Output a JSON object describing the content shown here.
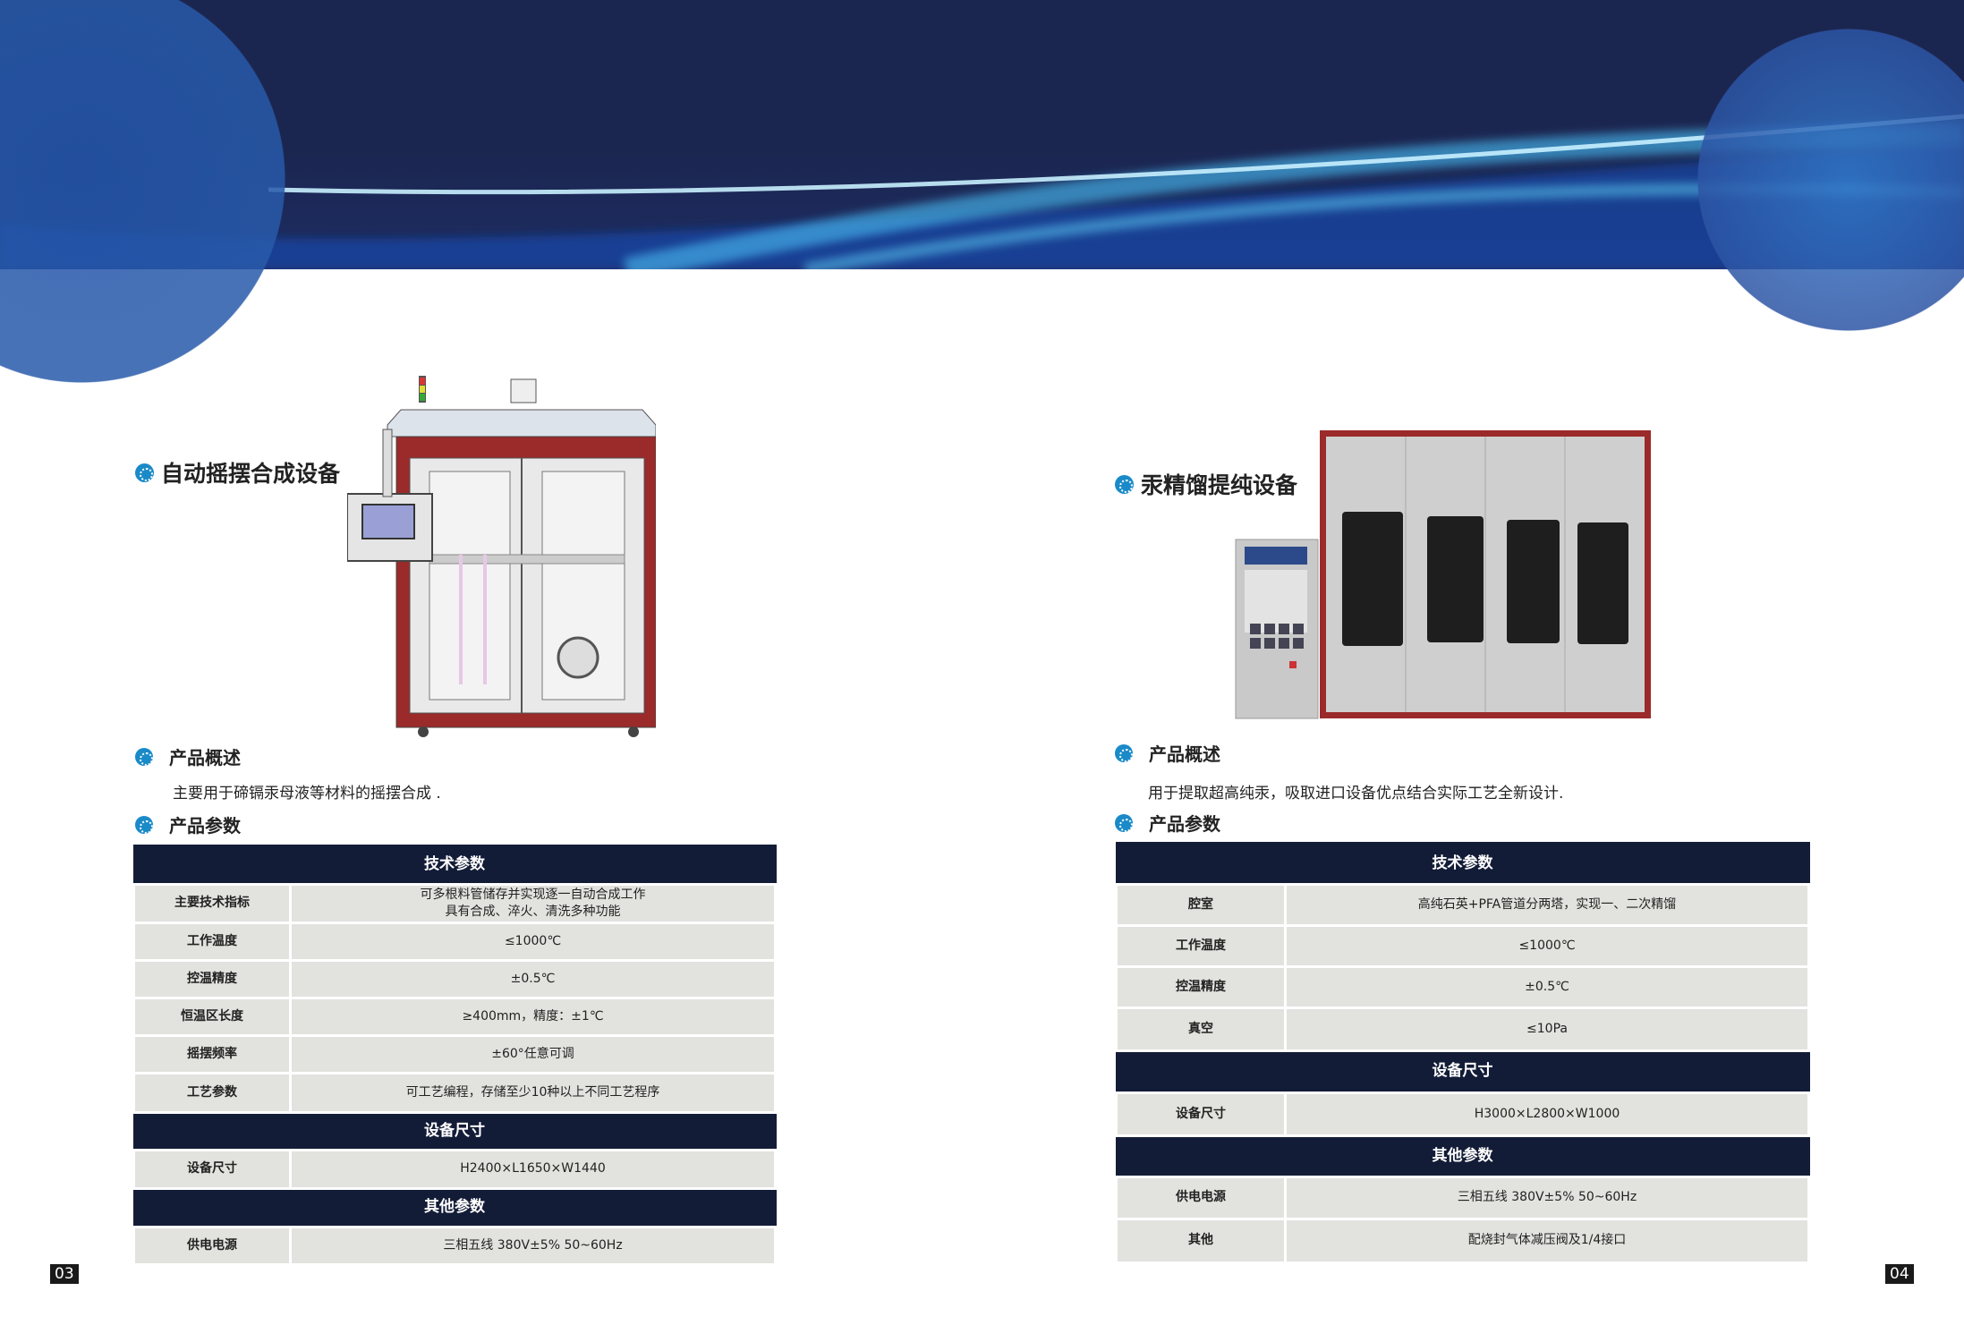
{
  "left": {
    "title": "自动摇摆合成设备",
    "overview_heading": "产品概述",
    "overview_text": "主要用于碲镉汞母液等材料的摇摆合成 .",
    "params_heading": "产品参数",
    "tech_header": "技术参数",
    "tech_rows": [
      {
        "label": "主要技术指标",
        "value": "可多根料管储存并实现逐一自动合成工作",
        "value2": "具有合成、淬火、清洗多种功能"
      },
      {
        "label": "工作温度",
        "value": "≤1000℃"
      },
      {
        "label": "控温精度",
        "value": "±0.5℃"
      },
      {
        "label": "恒温区长度",
        "value": "≥400mm，精度：±1℃"
      },
      {
        "label": "摇摆频率",
        "value": "±60°任意可调"
      },
      {
        "label": "工艺参数",
        "value": "可工艺编程，存储至少10种以上不同工艺程序"
      }
    ],
    "size_header": "设备尺寸",
    "size_row": {
      "label": "设备尺寸",
      "value": "H2400×L1650×W1440"
    },
    "other_header": "其他参数",
    "other_rows": [
      {
        "label": "供电电源",
        "value": "三相五线 380V±5% 50~60Hz"
      }
    ],
    "page_number": "03"
  },
  "right": {
    "title": "汞精馏提纯设备",
    "overview_heading": "产品概述",
    "overview_text": "用于提取超高纯汞，吸取进口设备优点结合实际工艺全新设计.",
    "params_heading": "产品参数",
    "tech_header": "技术参数",
    "tech_rows": [
      {
        "label": "腔室",
        "value": "高纯石英+PFA管道分两塔，实现一、二次精馏"
      },
      {
        "label": "工作温度",
        "value": "≤1000℃"
      },
      {
        "label": "控温精度",
        "value": "±0.5℃"
      },
      {
        "label": "真空",
        "value": "≤10Pa"
      }
    ],
    "size_header": "设备尺寸",
    "size_row": {
      "label": "设备尺寸",
      "value": "H3000×L2800×W1000"
    },
    "other_header": "其他参数",
    "other_rows": [
      {
        "label": "供电电源",
        "value": "三相五线 380V±5%  50~60Hz"
      },
      {
        "label": "其他",
        "value": "配烧封气体减压阀及1/4接口"
      }
    ],
    "page_number": "04"
  },
  "colors": {
    "banner": "#1b2650",
    "table_header": "#131c37",
    "table_cell": "#e2e2df",
    "icon": "#1a8ac8",
    "machine_frame": "#9b2a2a"
  }
}
